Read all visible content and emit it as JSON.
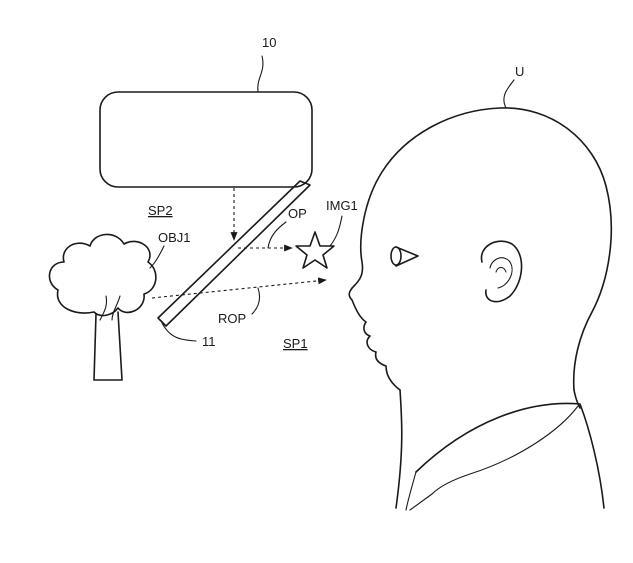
{
  "labels": {
    "projector": "10",
    "user": "U",
    "space2": "SP2",
    "space1": "SP1",
    "object": "OBJ1",
    "image": "IMG1",
    "optical_path": "OP",
    "real_optical_path": "ROP",
    "combiner": "11"
  }
}
